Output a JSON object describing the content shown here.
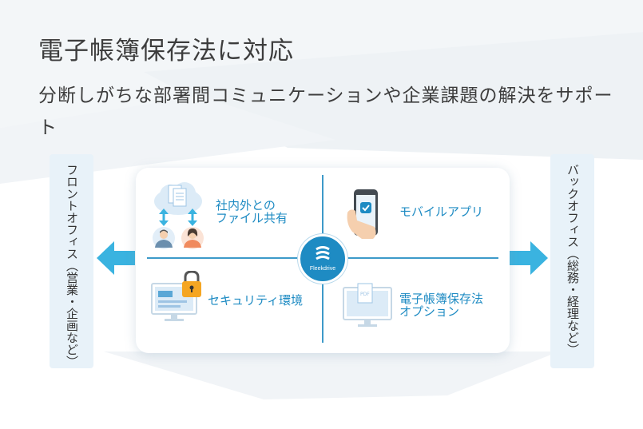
{
  "title": "電子帳簿保存法に対応",
  "subtitle": "分断しがちな部署間コミュニケーションや企業課題の解決をサポート",
  "side_panels": {
    "left": "フロントオフィス（営業・企画など）",
    "right": "バックオフィス（総務・経理など）"
  },
  "logo_text": "Fleekdrive",
  "features": {
    "sharing": {
      "line1": "社内外との",
      "line2": "ファイル共有",
      "icon": "cloud-share-icon"
    },
    "mobile": {
      "label": "モバイルアプリ",
      "icon": "smartphone-icon"
    },
    "security": {
      "label": "セキュリティ環境",
      "icon": "monitor-lock-icon"
    },
    "ebook": {
      "line1": "電子帳簿保存法",
      "line2": "オプション",
      "icon": "monitor-pdf-icon"
    }
  },
  "colors": {
    "accent": "#1e8bc3",
    "panel": "#e8f2f9",
    "arrow": "#3ab3e0",
    "lock": "#f5a623",
    "person_orange": "#f08a5d"
  }
}
